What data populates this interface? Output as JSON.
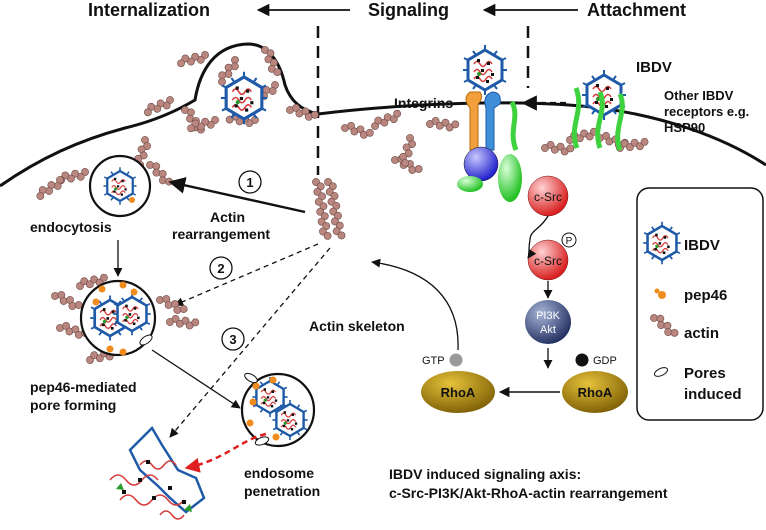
{
  "stages": {
    "internalization": "Internalization",
    "signaling": "Signaling",
    "attachment": "Attachment"
  },
  "labels": {
    "ibdv_top": "IBDV",
    "integrins": "Integrins",
    "other_receptors_line1": "Other IBDV",
    "other_receptors_line2": "receptors e.g.",
    "other_receptors_line3": "HSP90",
    "csrc": "c-Src",
    "csrc_p": "c-Src",
    "phospho": "P",
    "pi3k": "PI3K",
    "akt": "Akt",
    "rhoa_gtp": "RhoA",
    "rhoa_gdp": "RhoA",
    "gtp": "GTP",
    "gdp": "GDP",
    "actin_skeleton": "Actin skeleton",
    "endocytosis": "endocytosis",
    "actin_rearr_line1": "Actin",
    "actin_rearr_line2": "rearrangement",
    "pore_line1": "pep46-mediated",
    "pore_line2": "pore forming",
    "endosome_line1": "endosome",
    "endosome_line2": "penetration",
    "step1": "1",
    "step2": "2",
    "step3": "3",
    "axis_line1": "IBDV induced signaling axis:",
    "axis_line2": "c-Src-PI3K/Akt-RhoA-actin rearrangement"
  },
  "legend": {
    "items": [
      {
        "label": "IBDV",
        "icon": "ibdv-virion-icon"
      },
      {
        "label": "pep46",
        "icon": "pep46-icon"
      },
      {
        "label": "actin",
        "icon": "actin-icon"
      },
      {
        "label": "Pores",
        "label2": "induced",
        "icon": "pore-icon"
      }
    ]
  },
  "colors": {
    "actin": "#b9877f",
    "capsid": "#1f5aa8",
    "rna": "#d43a3a",
    "pep46": "#f08c1e",
    "integrin_orange": "#f2a03b",
    "integrin_blue": "#3f8fd8",
    "receptor_green": "#3fd23f",
    "csrc_red": "#e23030",
    "pi3k_navy": "#2d3b70",
    "rhoa_olive": "#8e6e05",
    "arrow_red": "#e02020"
  }
}
